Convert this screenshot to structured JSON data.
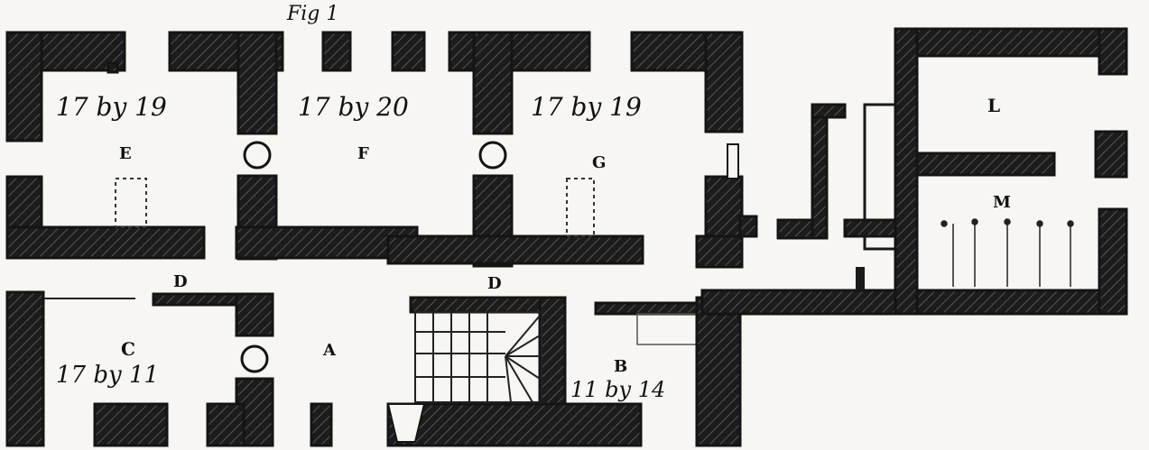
{
  "figure": {
    "caption": "Fig 1"
  },
  "rooms": {
    "E": {
      "letter": "E",
      "size": "17 by 19"
    },
    "F": {
      "letter": "F",
      "size": "17 by 20"
    },
    "G": {
      "letter": "G",
      "size": "17 by 19"
    },
    "C": {
      "letter": "C",
      "size": "17 by 11"
    },
    "A": {
      "letter": "A"
    },
    "B": {
      "letter": "B",
      "size": "11 by 14"
    },
    "L": {
      "letter": "L"
    },
    "M": {
      "letter": "M"
    }
  },
  "doors": {
    "left": "D",
    "right": "D"
  },
  "colors": {
    "ink": "#141414",
    "paper": "#f7f6f2"
  }
}
